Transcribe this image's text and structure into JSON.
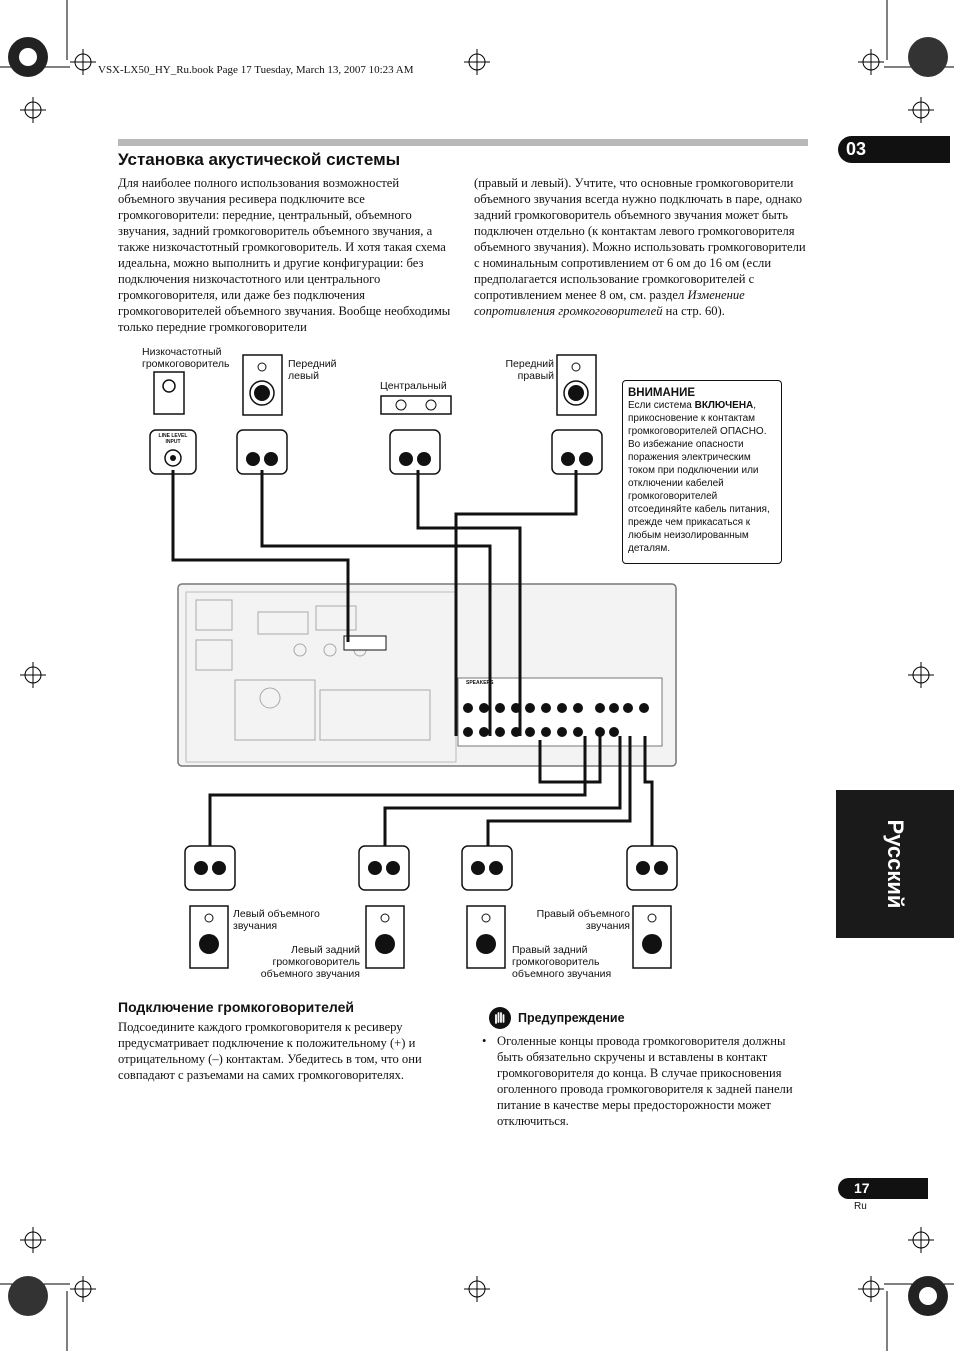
{
  "header_line": "VSX-LX50_HY_Ru.book  Page 17  Tuesday, March 13, 2007  10:23 AM",
  "chapter": "03",
  "language_tab": "Русский",
  "section_title": "Установка акустической системы",
  "col1_text": "Для наиболее полного использования возможностей объемного звучания ресивера подключите все громкоговорители: передние, центральный, объемного звучания, задний громкоговоритель объемного звучания, а также низкочастотный громкоговоритель. И хотя такая схема идеальна, можно выполнить и другие конфигурации: без подключения низкочастотного или центрального громкоговорителя, или даже без подключения громкоговорителей объемного звучания. Вообще необходимы только передние громкоговорители",
  "col2_text_a": "(правый и левый). Учтите, что основные громкоговорители объемного звучания всегда нужно подключать в паре, однако задний громкоговоритель объемного звучания может быть подключен отдельно (к контактам левого громкоговорителя объемного звучания). Можно использовать громкоговорители с номинальным сопротивлением от 6 ом до 16 ом (если предполагается использование громкоговорителей с сопротивлением менее 8 ом, см. раздел ",
  "col2_text_italic": "Изменение сопротивления громкоговорителей",
  "col2_text_b": " на стр. 60).",
  "diagram": {
    "subwoofer": "Низкочастотный громкоговоритель",
    "front_left": "Передний левый",
    "center": "Центральный",
    "front_right": "Передний правый",
    "line_level": "LINE LEVEL INPUT",
    "speakers_label": "SPEAKERS",
    "surround_left": "Левый объемного звучания",
    "surround_back_left": "Левый задний громкоговоритель объемного звучания",
    "surround_right": "Правый объемного звучания",
    "surround_back_right": "Правый задний громкоговоритель объемного звучания"
  },
  "caution": {
    "title": "ВНИМАНИЕ",
    "text_a": "Если система ",
    "text_bold": "ВКЛЮЧЕНА",
    "text_b": ", прикосновение к контактам громкоговорителей ОПАСНО. Во избежание опасности поражения электрическим током при подключении или отключении кабелей громкоговорителей отсоединяйте кабель питания, прежде чем прикасаться к любым неизолированным деталям."
  },
  "connect_title": "Подключение громкоговорителей",
  "connect_text": "Подсоедините каждого громкоговорителя к ресиверу предусматривает подключение к положительному (+) и отрицательному (–) контактам. Убедитесь в том, что они совпадают с разъемами на самих громкоговорителях.",
  "warning_title": "Предупреждение",
  "warning_text": "Оголенные концы провода громкоговорителя должны быть обязательно скручены и вставлены в контакт громкоговорителя до конца. В случае прикосновения оголенного провода громкоговорителя к задней панели питание в качестве меры предосторожности может отключиться.",
  "page_number": "17",
  "page_lang": "Ru"
}
